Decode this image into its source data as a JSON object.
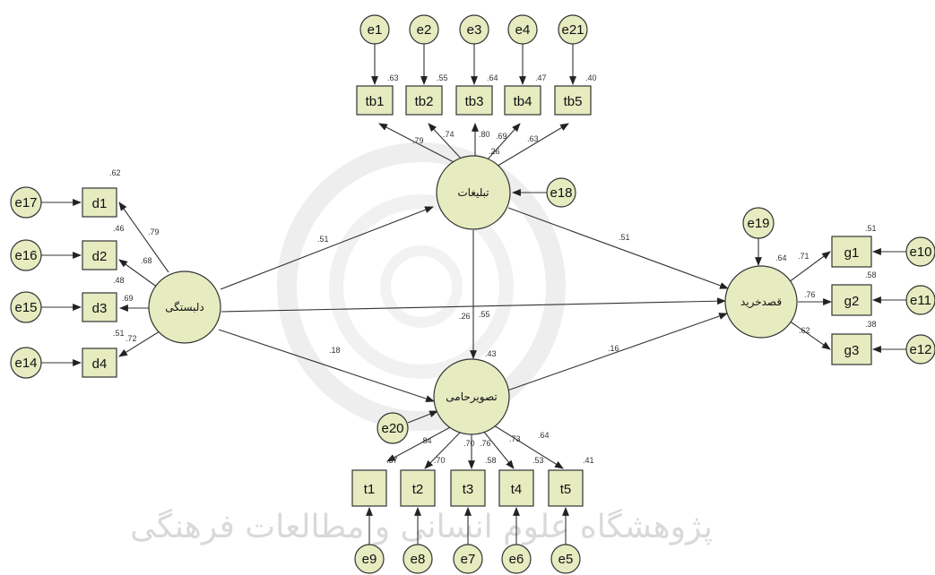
{
  "watermark_text": "پژوهشگاه علوم انسانی و مطالعات فرهنگی",
  "latents": {
    "tabl": "تبلیغات",
    "del": "دلبستگی",
    "tas": "تصویرحامی",
    "qas": "قصدخرید"
  },
  "indicators": {
    "tb1": "tb1",
    "tb2": "tb2",
    "tb3": "tb3",
    "tb4": "tb4",
    "tb5": "tb5",
    "d1": "d1",
    "d2": "d2",
    "d3": "d3",
    "d4": "d4",
    "t1": "t1",
    "t2": "t2",
    "t3": "t3",
    "t4": "t4",
    "t5": "t5",
    "g1": "g1",
    "g2": "g2",
    "g3": "g3"
  },
  "errors": {
    "e1": "e1",
    "e2": "e2",
    "e3": "e3",
    "e4": "e4",
    "e21": "e21",
    "e17": "e17",
    "e16": "e16",
    "e15": "e15",
    "e14": "e14",
    "e9": "e9",
    "e8": "e8",
    "e7": "e7",
    "e6": "e6",
    "e5": "e5",
    "e10": "e10",
    "e11": "e11",
    "e12": "e12",
    "e18": "e18",
    "e19": "e19",
    "e20": "e20"
  },
  "coefficients": {
    "r_tb1": ".63",
    "r_tb2": ".55",
    "r_tb3": ".64",
    "r_tb4": ".47",
    "r_tb5": ".40",
    "l_tb1": ".79",
    "l_tb2": ".74",
    "l_tb3": ".80",
    "l_tb4": ".69",
    "l_tb5": ".63",
    "r_tabl": ".26",
    "r_d1": ".62",
    "r_d2": ".46",
    "r_d3": ".48",
    "r_d4": ".51",
    "l_d1": ".79",
    "l_d2": ".68",
    "l_d3": ".69",
    "l_d4": ".72",
    "r_t1": ".37",
    "r_t2": ".70",
    "r_t3": ".58",
    "r_t4": ".53",
    "r_t5": ".41",
    "l_t1": ".84",
    "l_t2": ".70",
    "l_t3": ".76",
    "l_t4": ".73",
    "l_t5": ".64",
    "r_tas": ".43",
    "r_g1": ".51",
    "r_g2": ".58",
    "r_g3": ".38",
    "l_g1": ".71",
    "l_g2": ".76",
    "l_g3": ".62",
    "r_qas": ".64",
    "p_del_tabl": ".51",
    "p_tabl_qas": ".51",
    "p_del_qas": ".26",
    "p_tabl_tas": ".55",
    "p_del_tas": ".18",
    "p_tas_qas": ".16"
  }
}
